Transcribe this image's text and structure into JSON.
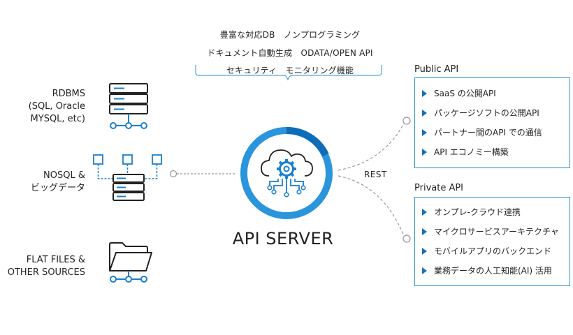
{
  "features": [
    "豊富な対応DB　ノンプログラミング",
    "ドキュメント自動生成　ODATA/OPEN API",
    "セキュリティ　モニタリング機能"
  ],
  "sources": [
    {
      "label": "RDBMS\n(SQL, Oracle\nMYSQL, etc)",
      "icon": "server-rack-icon"
    },
    {
      "label": "NOSQL &\nビッグデータ",
      "icon": "distributed-server-icon"
    },
    {
      "label": "FLAT FILES &\nOTHER SOURCES",
      "icon": "folder-icon"
    }
  ],
  "server": {
    "label": "API SERVER",
    "icon": "cloud-gear-icon"
  },
  "connector_label": "REST",
  "public_api": {
    "title": "Public API",
    "items": [
      "SaaS の公開API",
      "パッケージソフトの公開API",
      "パートナー間のAPI での通信",
      "API エコノミー構築"
    ]
  },
  "private_api": {
    "title": "Private API",
    "items": [
      "オンプレ-クラウド連携",
      "マイクロサービスアーキテクチャ",
      "モバイルアプリのバックエンド",
      "業務データの人工知能(AI) 活用"
    ]
  },
  "colors": {
    "accent": "#1a7fcf",
    "ring": "#2b95dc",
    "line": "#9a9a9a",
    "dark": "#222222"
  }
}
